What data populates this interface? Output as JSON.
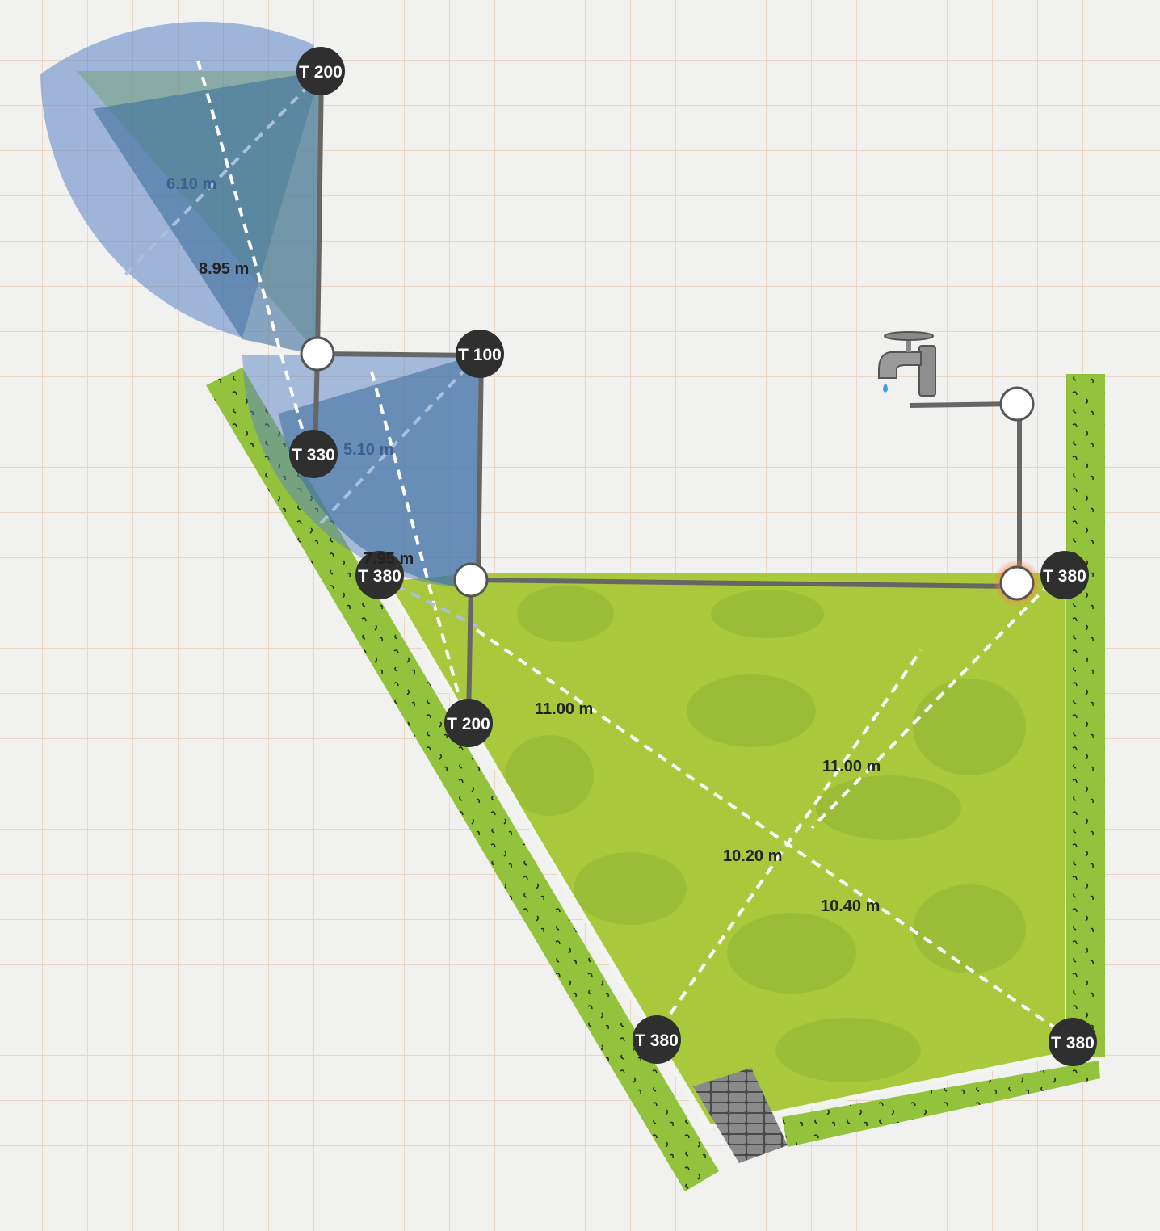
{
  "colors": {
    "grid": "#ead7c6",
    "paper": "#f1f1f0",
    "lawn": "#a8c83c",
    "hedge": "#8fc23a",
    "pipe": "#666666",
    "spray": "#4a78b8",
    "sprinkler": "#2f2f2f"
  },
  "tap": {
    "icon": "water-tap-icon"
  },
  "sprinklers": [
    {
      "label": "T 200"
    },
    {
      "label": "T 100"
    },
    {
      "label": "T 330"
    },
    {
      "label": "T 380"
    },
    {
      "label": "T 200"
    },
    {
      "label": "T 380"
    },
    {
      "label": "T 380"
    },
    {
      "label": "T 380"
    }
  ],
  "measurements": [
    {
      "label": "6.10 m"
    },
    {
      "label": "8.95 m"
    },
    {
      "label": "5.10 m"
    },
    {
      "label": "7.95 m"
    },
    {
      "label": "11.00 m"
    },
    {
      "label": "11.00 m"
    },
    {
      "label": "10.20 m"
    },
    {
      "label": "10.40 m"
    }
  ]
}
